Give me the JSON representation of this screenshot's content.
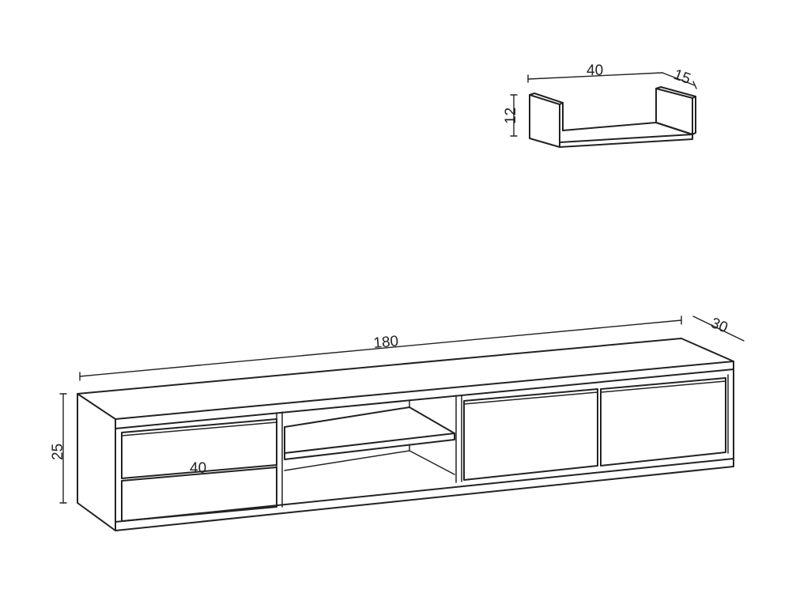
{
  "shelf": {
    "width": "40",
    "depth": "15",
    "height": "12"
  },
  "tv_unit": {
    "width": "180",
    "depth": "30",
    "height": "25",
    "drawer_width": "40"
  },
  "colors": {
    "line": "#222222",
    "background": "#ffffff"
  }
}
